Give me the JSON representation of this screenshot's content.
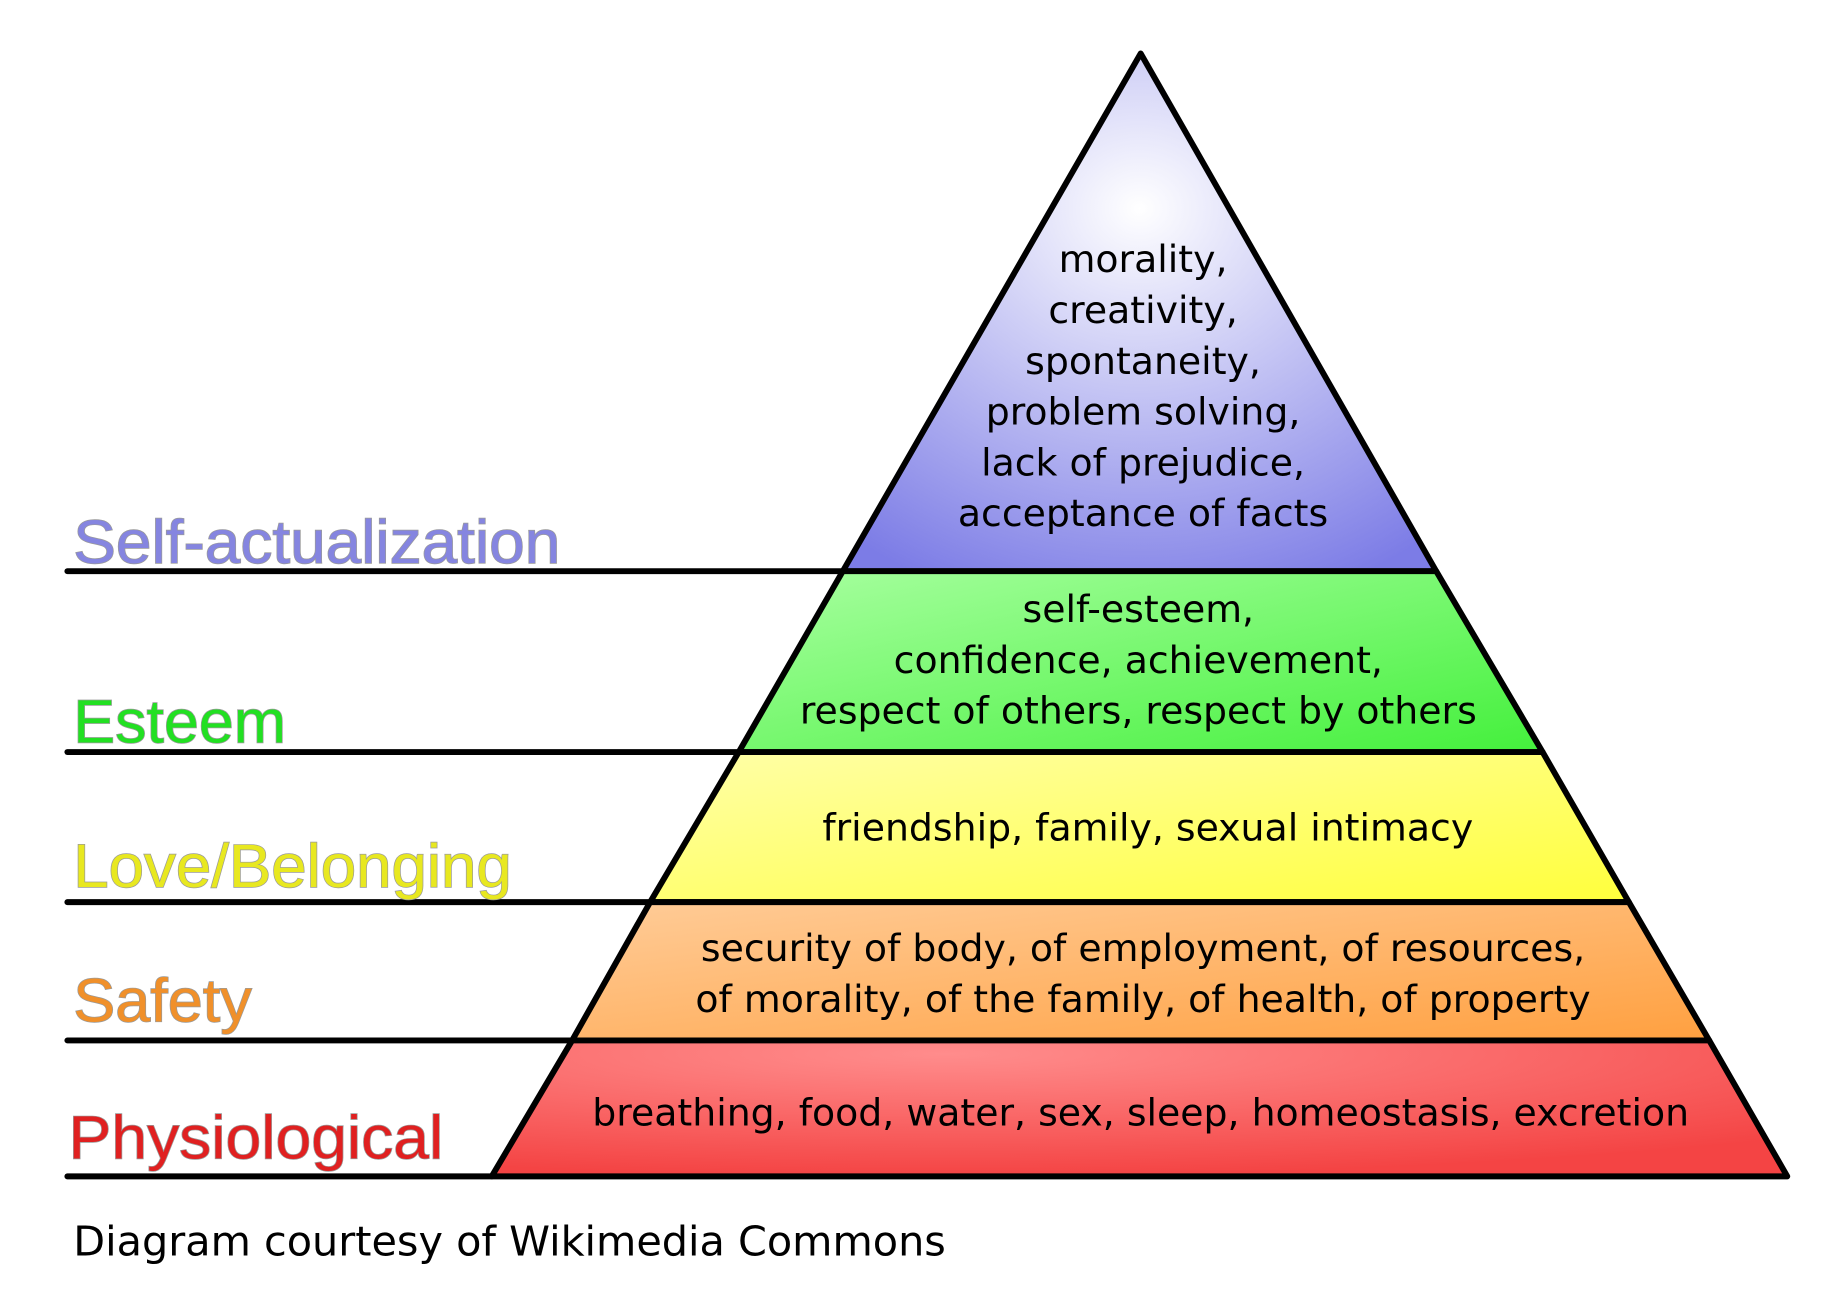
{
  "levels": [
    {
      "name": "Self-actualization",
      "color": "#8585e0",
      "lines": [
        "morality,",
        "creativity,",
        "spontaneity,",
        "problem solving,",
        "lack of prejudice,",
        "acceptance of facts"
      ]
    },
    {
      "name": "Esteem",
      "color": "#22e022",
      "lines": [
        "self-esteem,",
        "confidence, achievement,",
        "respect of others, respect by others"
      ]
    },
    {
      "name": "Love/Belonging",
      "color": "#e8e820",
      "lines": [
        "friendship, family, sexual intimacy"
      ]
    },
    {
      "name": "Safety",
      "color": "#f0902a",
      "lines": [
        "security of body, of employment, of resources,",
        "of morality, of the family, of health, of property"
      ]
    },
    {
      "name": "Physiological",
      "color": "#e02020",
      "lines": [
        "breathing, food, water, sex, sleep, homeostasis, excretion"
      ]
    }
  ],
  "caption": "Diagram courtesy of Wikimedia Commons"
}
